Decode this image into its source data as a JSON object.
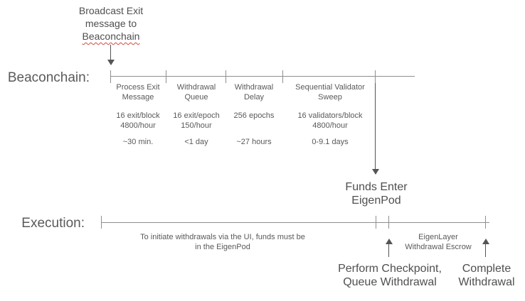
{
  "colors": {
    "text": "#595959",
    "text_dark": "#4f4f4f",
    "timeline_line": "#8f8f8f",
    "arrow": "#555555",
    "spellcheck_red": "#cc4b43"
  },
  "top_annotation": {
    "line1": "Broadcast Exit",
    "line2": "message to",
    "line3": "Beaconchain"
  },
  "beaconchain": {
    "label": "Beaconchain:",
    "segments": [
      {
        "title1": "Process Exit",
        "title2": "Message",
        "rate1": "16 exit/block",
        "rate2": "4800/hour",
        "duration": "~30 min."
      },
      {
        "title1": "Withdrawal",
        "title2": "Queue",
        "rate1": "16 exit/epoch",
        "rate2": "150/hour",
        "duration": "<1 day"
      },
      {
        "title1": "Withdrawal",
        "title2": "Delay",
        "rate1": "256 epochs",
        "rate2": "",
        "duration": "~27 hours"
      },
      {
        "title1": "Sequential Validator",
        "title2": "Sweep",
        "rate1": "16 validators/block",
        "rate2": "4800/hour",
        "duration": "0-9.1 days"
      }
    ]
  },
  "funds_enter": {
    "line1": "Funds Enter",
    "line2": "EigenPod"
  },
  "execution": {
    "label": "Execution:",
    "note_line1": "To initiate withdrawals via the UI, funds must be",
    "note_line2": "in the EigenPod",
    "escrow_line1": "EigenLayer",
    "escrow_line2": "Withdrawal Escrow",
    "checkpoint_line1": "Perform Checkpoint,",
    "checkpoint_line2": "Queue Withdrawal",
    "complete_line1": "Complete",
    "complete_line2": "Withdrawal"
  }
}
